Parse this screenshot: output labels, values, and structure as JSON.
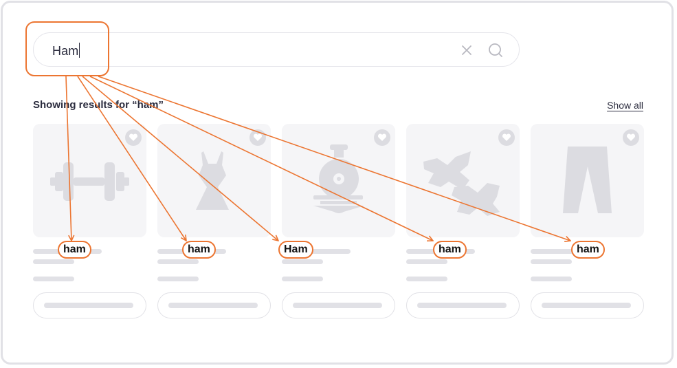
{
  "search": {
    "value": "Ham",
    "clear_icon": "close-icon",
    "search_icon": "search-icon"
  },
  "results": {
    "title": "Showing results for “ham”",
    "show_all": "Show all"
  },
  "cards": [
    {
      "icon": "dumbbell-icon",
      "match": "ham"
    },
    {
      "icon": "dress-icon",
      "match": "ham"
    },
    {
      "icon": "trophy-icon",
      "match": "Ham"
    },
    {
      "icon": "pasta-icon",
      "match": "ham"
    },
    {
      "icon": "trousers-icon",
      "match": "ham"
    }
  ],
  "colors": {
    "accent": "#ec7531",
    "text": "#2b2c3e",
    "placeholder": "#dcdce1"
  }
}
